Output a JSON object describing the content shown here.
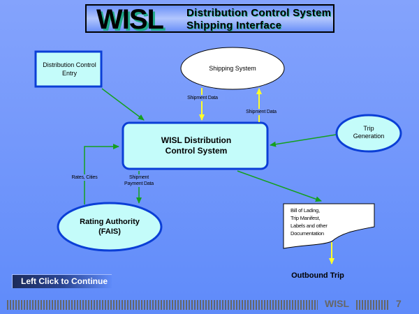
{
  "header": {
    "logo": "WISL",
    "subtitle_line1": "Distribution Control System",
    "subtitle_line2": "Shipping Interface"
  },
  "nodes": {
    "distribution_control_entry": "Distribution Control\nEntry",
    "shipping_system": "Shipping System",
    "central_system_line1": "WISL Distribution",
    "central_system_line2": "Control System",
    "trip_generation_line1": "Trip",
    "trip_generation_line2": "Generation",
    "rating_authority_line1": "Rating Authority",
    "rating_authority_line2": "(FAIS)",
    "documentation_lines": [
      "Bill of Lading,",
      "Trip Manifest,",
      "Labels and other",
      "Documentation"
    ],
    "outbound_trip": "Outbound Trip"
  },
  "edge_labels": {
    "shipment_data_down": "Shipment Data",
    "shipment_data_up": "Shipment Data",
    "rates_cities": "Rates, Cities",
    "shipment_payment_line1": "Shipment",
    "shipment_payment_line2": "Payment Data"
  },
  "colors": {
    "node_fill": "#c4fcfa",
    "node_border": "#0b3fd6",
    "green_arrow": "#14a01e",
    "yellow_arrow": "#fffe2a"
  },
  "navigation": {
    "continue_label": "Left Click to Continue"
  },
  "footer": {
    "brand": "WISL",
    "page_number": "7"
  }
}
